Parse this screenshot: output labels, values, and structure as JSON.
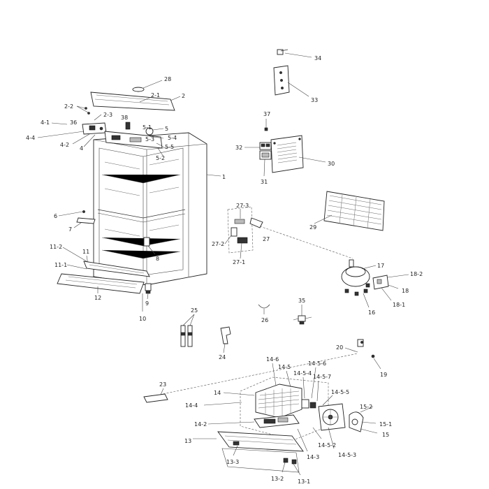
{
  "diagram": {
    "labels": {
      "l1": "1",
      "l2": "2",
      "l2_1": "2-1",
      "l2_2": "2-2",
      "l2_3": "2-3",
      "l4": "4",
      "l4_1": "4-1",
      "l4_2": "4-2",
      "l4_4": "4-4",
      "l5": "5",
      "l5_1": "5-1",
      "l5_2": "5-2",
      "l5_3": "5-3",
      "l5_4": "5-4",
      "l5_5": "5-5",
      "l6": "6",
      "l7": "7",
      "l8": "8",
      "l9": "9",
      "l10": "10",
      "l11": "11",
      "l11_1": "11-1",
      "l11_2": "11-2",
      "l12": "12",
      "l13": "13",
      "l13_1": "13-1",
      "l13_2": "13-2",
      "l13_3": "13-3",
      "l14": "14",
      "l14_2": "14-2",
      "l14_3": "14-3",
      "l14_4": "14-4",
      "l14_5": "14-5",
      "l14_5_2": "14-5-2",
      "l14_5_3": "14-5-3",
      "l14_5_4": "14-5-4",
      "l14_5_5": "14-5-5",
      "l14_5_6": "14-5-6",
      "l14_5_7": "14-5-7",
      "l14_6": "14-6",
      "l15": "15",
      "l15_1": "15-1",
      "l15_2": "15-2",
      "l16": "16",
      "l17": "17",
      "l18": "18",
      "l18_1": "18-1",
      "l18_2": "18-2",
      "l19": "19",
      "l20": "20",
      "l23": "23",
      "l24": "24",
      "l25": "25",
      "l26": "26",
      "l27": "27",
      "l27_1": "27-1",
      "l27_2": "27-2",
      "l27_3": "27-3",
      "l28": "28",
      "l29": "29",
      "l30": "30",
      "l31": "31",
      "l32": "32",
      "l33": "33",
      "l34": "34",
      "l35": "35",
      "l36": "36",
      "l37": "37",
      "l38": "38"
    }
  }
}
